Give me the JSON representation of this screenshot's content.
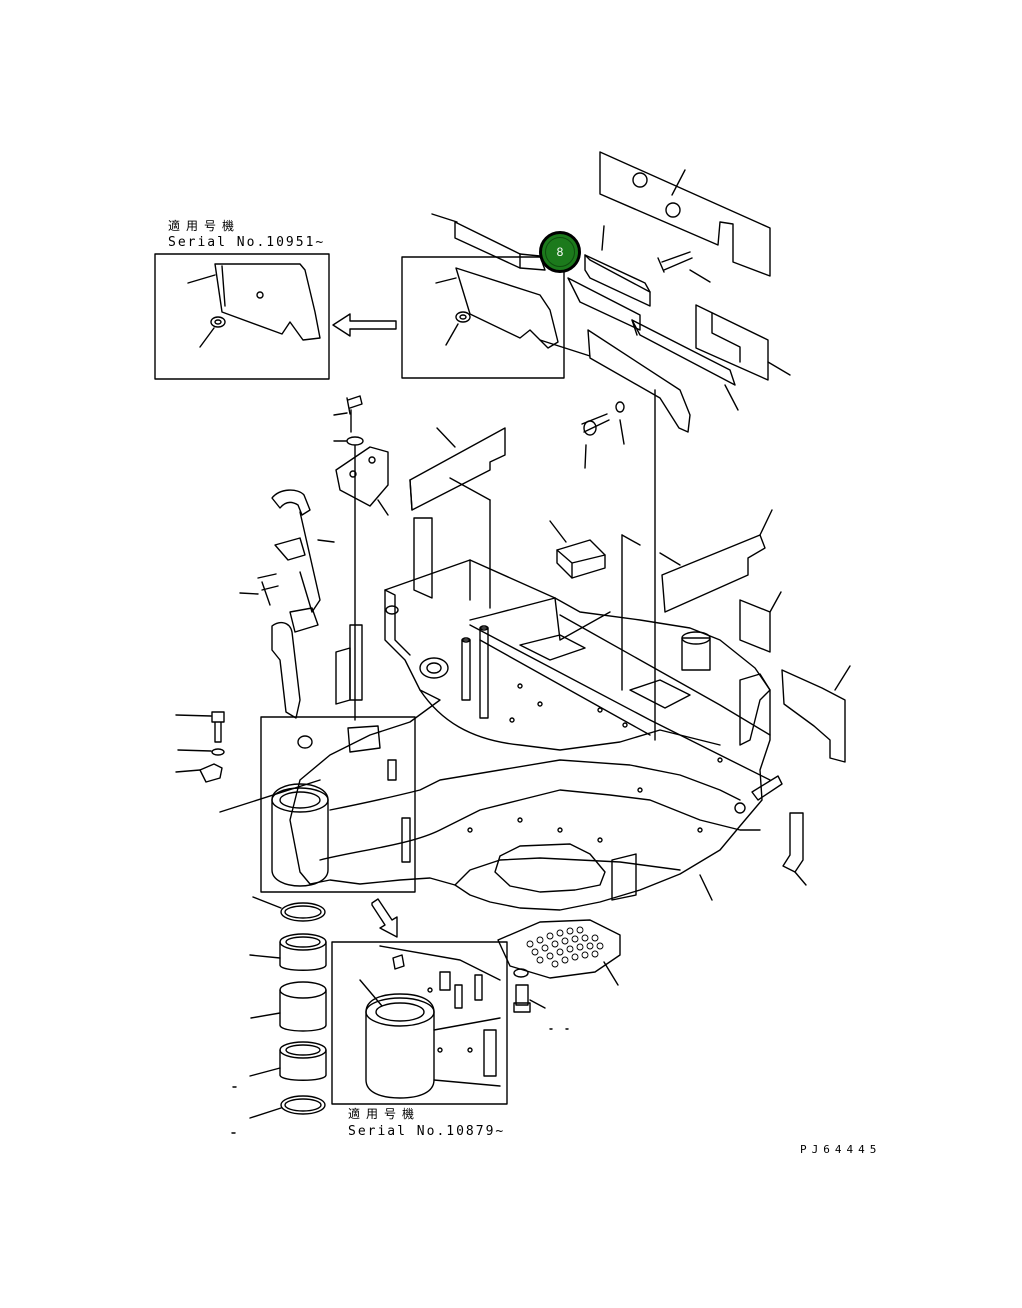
{
  "insets": {
    "upper": {
      "jp": "適用号機",
      "serial": "Serial No.10951~"
    },
    "lower": {
      "jp": "適用号機",
      "serial": "Serial No.10879~"
    }
  },
  "callout": {
    "label": "8",
    "color": "#1c7a1c"
  },
  "drawing_code": "PJ64445"
}
